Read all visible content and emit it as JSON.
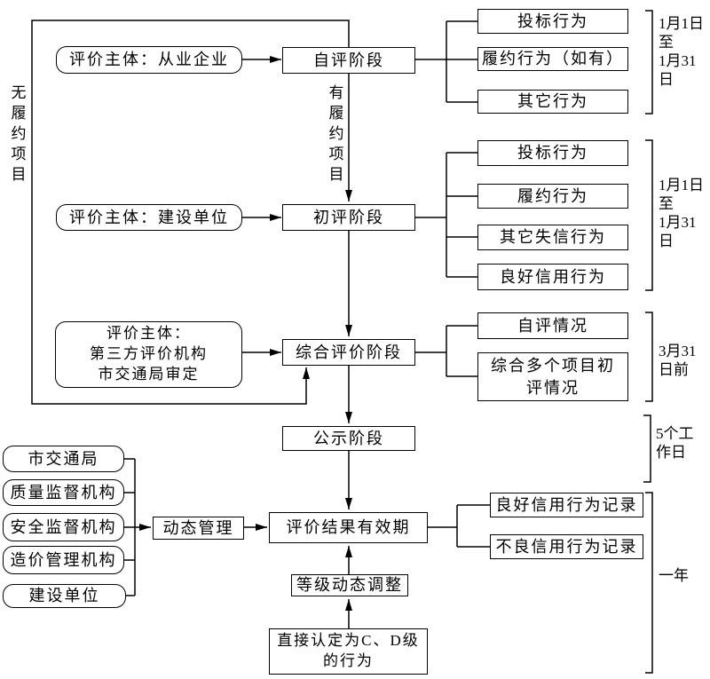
{
  "labels": {
    "no_performance": "无履约项目",
    "has_performance": "有履约项目"
  },
  "row1": {
    "subject": "评价主体：从业企业",
    "stage": "自评阶段",
    "behaviors": [
      "投标行为",
      "履约行为（如有）",
      "其它行为"
    ],
    "period": "1月1日\n至\n1月31\n日"
  },
  "row2": {
    "subject": "评价主体：建设单位",
    "stage": "初评阶段",
    "behaviors": [
      "投标行为",
      "履约行为",
      "其它失信行为",
      "良好信用行为"
    ],
    "period": "1月1日\n至\n1月31\n日"
  },
  "row3": {
    "subject": "评价主体：\n第三方评价机构\n市交通局审定",
    "stage": "综合评价阶段",
    "behaviors": [
      "自评情况",
      "综合多个项目初\n评情况"
    ],
    "period": "3月31\n日前"
  },
  "row4": {
    "stage": "公示阶段",
    "period": "5个工\n作日"
  },
  "row5": {
    "orgs": [
      "市交通局",
      "质量监督机构",
      "安全监督机构",
      "造价管理机构",
      "建设单位"
    ],
    "management": "动态管理",
    "stage": "评价结果有效期",
    "records": [
      "良好信用行为记录",
      "不良信用行为记录"
    ],
    "period": "一年",
    "adjustment": "等级动态调整",
    "direct_rating": "直接认定为C、D级\n的行为"
  },
  "colors": {
    "line": "#000000",
    "background": "#ffffff"
  }
}
